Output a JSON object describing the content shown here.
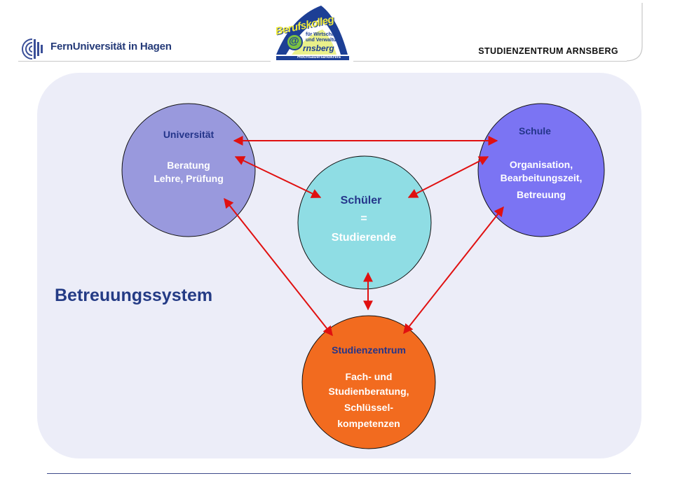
{
  "header": {
    "fernuni_logo_text": "FernUniversität in Hagen",
    "berufskolleg_logo": {
      "title": "Berufskolleg",
      "subtitle1": "für Wirtschaft",
      "subtitle2": "und Verwaltung",
      "city_at": "@",
      "city": "rnsberg",
      "region": "Hochsauerlandkreis"
    },
    "title": "STUDIENZENTRUM ARNSBERG"
  },
  "diagram": {
    "universitaet": {
      "title": "Universität",
      "line1": "Beratung",
      "line2": "Lehre, Prüfung",
      "fill": "#9999dd"
    },
    "schule": {
      "title": "Schule",
      "line1": "Organisation,",
      "line2": "Bearbeitungszeit,",
      "line3": "Betreuung",
      "fill": "#7b74f3"
    },
    "schueler": {
      "line1": "Schüler",
      "line2": "=",
      "line3": "Studierende",
      "fill": "#8fdde4"
    },
    "studienzentrum": {
      "title": "Studienzentrum",
      "line1": "Fach- und",
      "line2": "Studienberatung,",
      "line3": "Schlüssel-",
      "line4": "kompetenzen",
      "fill": "#f26b1f"
    },
    "system_label": "Betreuungssystem",
    "arrow_color": "#e01010"
  }
}
